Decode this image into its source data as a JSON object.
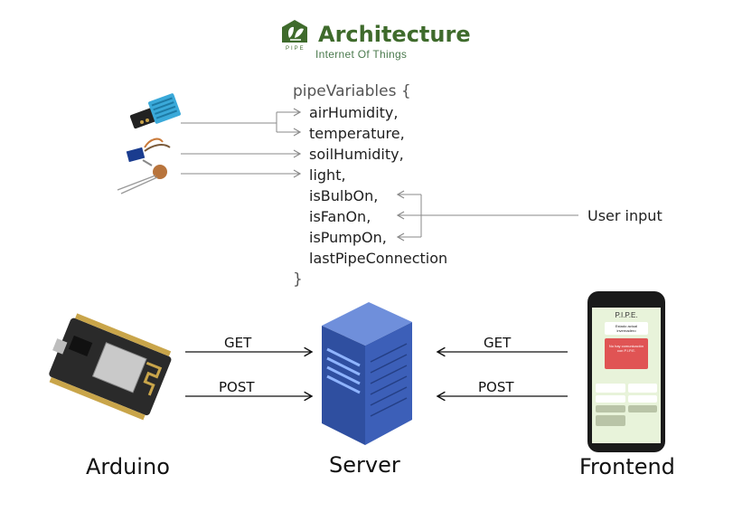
{
  "header": {
    "title": "Architecture",
    "subtitle": "Internet Of Things",
    "logo_text": "PIPE"
  },
  "code": {
    "open": "pipeVariables {",
    "fields": [
      "airHumidity,",
      "temperature,",
      "soilHumidity,",
      "light,",
      "isBulbOn,",
      "isFanOn,",
      "isPumpOn,",
      "lastPipeConnection"
    ],
    "close": "}"
  },
  "user_input_label": "User input",
  "arduino": {
    "label": "Arduino",
    "get_label": "GET",
    "post_label": "POST"
  },
  "server": {
    "label": "Server"
  },
  "frontend": {
    "label": "Frontend",
    "get_label": "GET",
    "post_label": "POST",
    "phone_title": "P.I.P.E.",
    "phone_card_text": "Estado actual invernadero",
    "phone_alert": "No hay comunicación con P.I.P.E."
  },
  "colors": {
    "brand_green": "#3f6b2c",
    "arrow_gray": "#8a8a8a",
    "server_blue": "#2f4fa0",
    "server_light": "#5b8be0"
  }
}
